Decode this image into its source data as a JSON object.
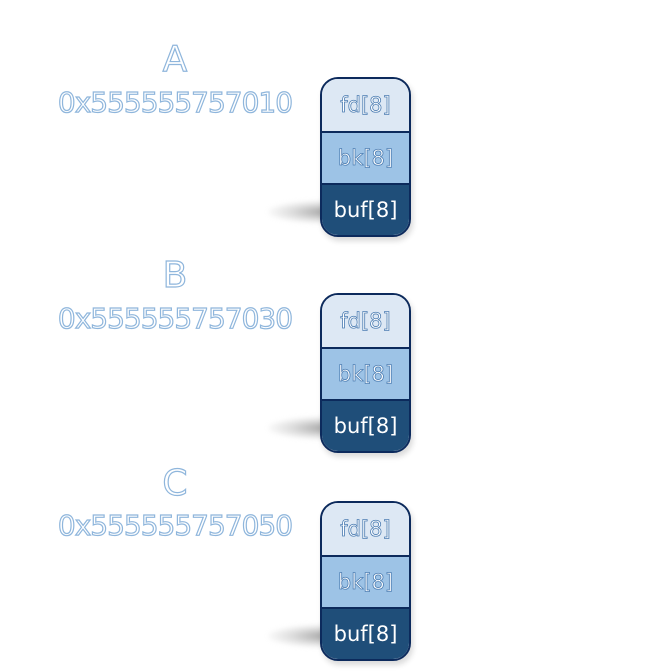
{
  "chunks": [
    {
      "name": "A",
      "address": "0x555555757010",
      "fields": [
        "fd[8]",
        "bk[8]",
        "buf[8]"
      ]
    },
    {
      "name": "B",
      "address": "0x555555757030",
      "fields": [
        "fd[8]",
        "bk[8]",
        "buf[8]"
      ]
    },
    {
      "name": "C",
      "address": "0x555555757050",
      "fields": [
        "fd[8]",
        "bk[8]",
        "buf[8]"
      ]
    }
  ],
  "colors": {
    "fd_fill": "#dde8f4",
    "bk_fill": "#9dc3e6",
    "buf_fill": "#1f4e79",
    "border": "#0c2a5c",
    "label_outline": "#8fb6dc"
  }
}
